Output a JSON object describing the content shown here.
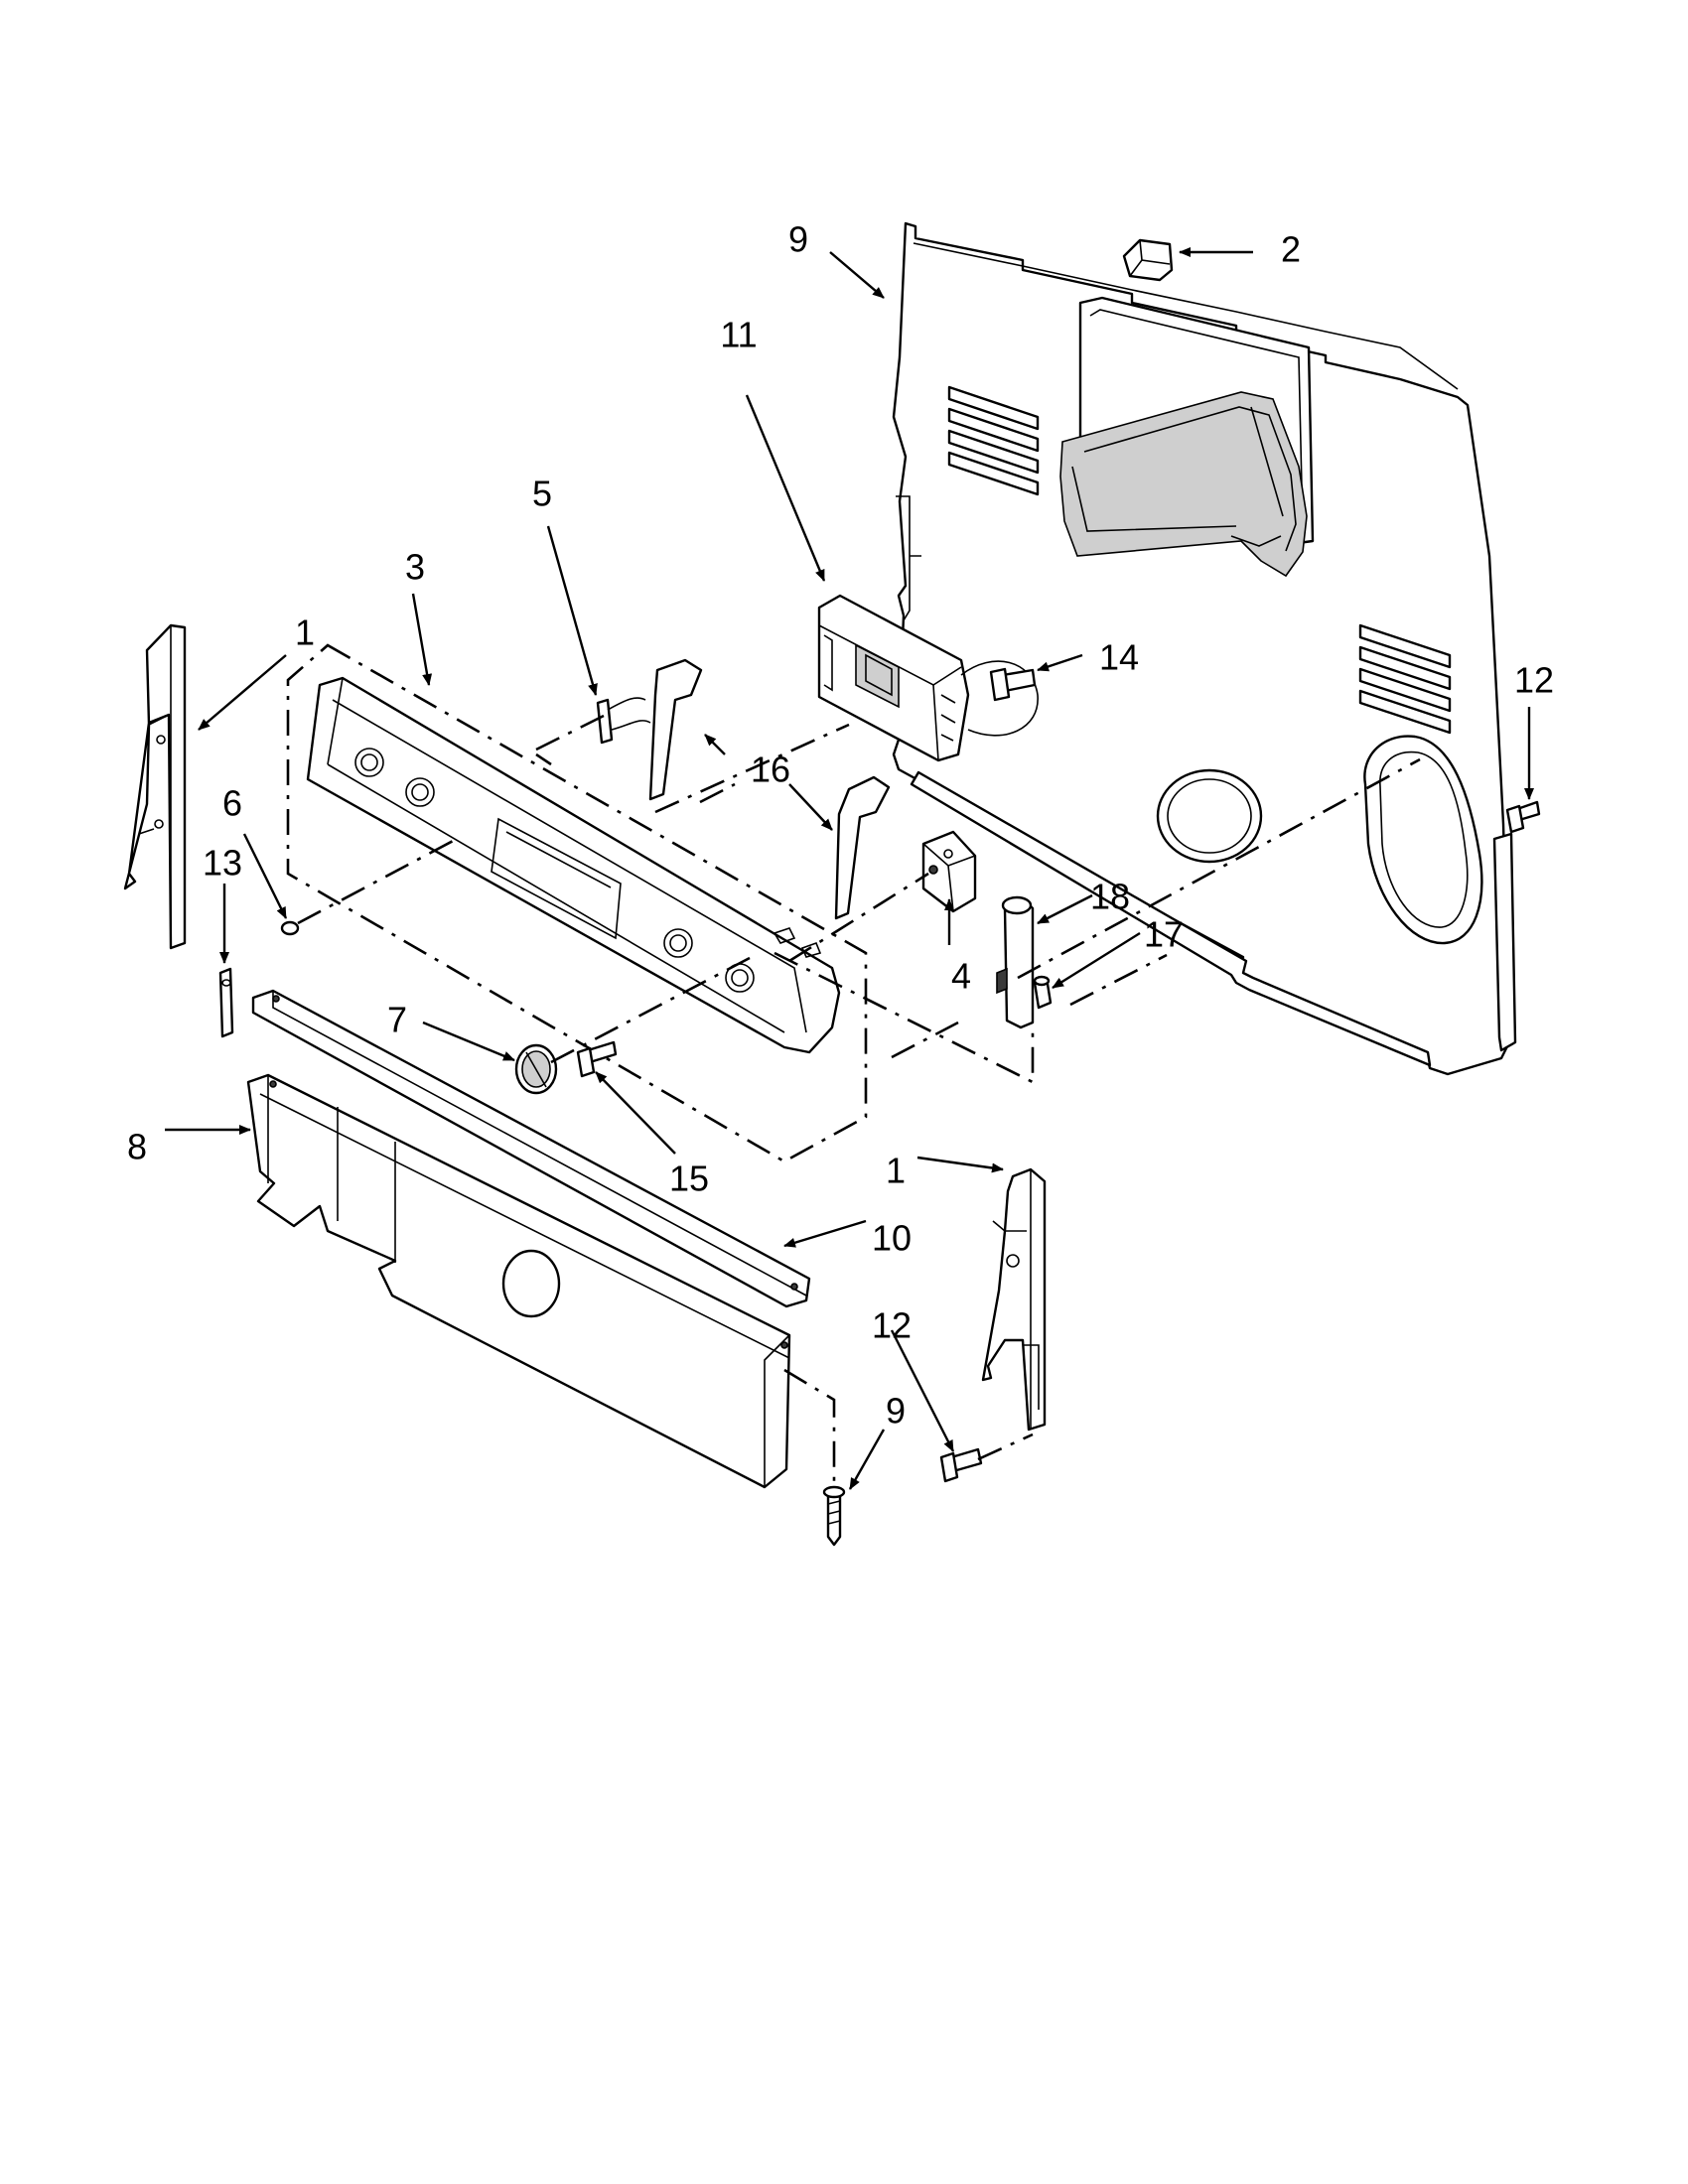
{
  "callouts": [
    {
      "id": "c9a",
      "label": "9"
    },
    {
      "id": "c2",
      "label": "2"
    },
    {
      "id": "c11",
      "label": "11"
    },
    {
      "id": "c5",
      "label": "5"
    },
    {
      "id": "c3",
      "label": "3"
    },
    {
      "id": "c1a",
      "label": "1"
    },
    {
      "id": "c14",
      "label": "14"
    },
    {
      "id": "c12a",
      "label": "12"
    },
    {
      "id": "c16",
      "label": "16"
    },
    {
      "id": "c6",
      "label": "6"
    },
    {
      "id": "c13",
      "label": "13"
    },
    {
      "id": "c18",
      "label": "18"
    },
    {
      "id": "c17",
      "label": "17"
    },
    {
      "id": "c4",
      "label": "4"
    },
    {
      "id": "c7",
      "label": "7"
    },
    {
      "id": "c15",
      "label": "15"
    },
    {
      "id": "c8",
      "label": "8"
    },
    {
      "id": "c1b",
      "label": "1"
    },
    {
      "id": "c10",
      "label": "10"
    },
    {
      "id": "c12b",
      "label": "12"
    },
    {
      "id": "c9b",
      "label": "9"
    }
  ]
}
